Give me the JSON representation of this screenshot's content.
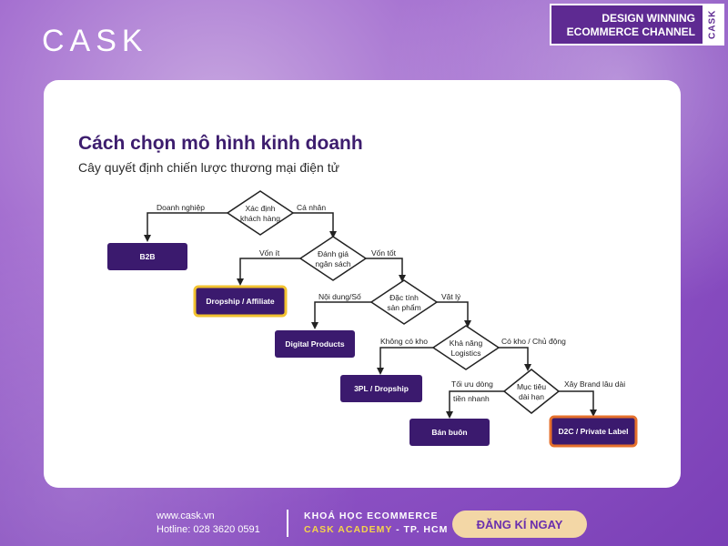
{
  "brand": {
    "logo": "CASK",
    "channel_line1": "DESIGN WINNING",
    "channel_line2": "ECOMMERCE CHANNEL",
    "channel_side": "CASK"
  },
  "slide": {
    "title": "Cách chọn mô hình kinh doanh",
    "subtitle": "Cây quyết định chiến lược thương mại điện tử"
  },
  "diagram": {
    "decisions": {
      "d1": [
        "Xác định",
        "khách hàng"
      ],
      "d2": [
        "Đánh giá",
        "ngân sách"
      ],
      "d3": [
        "Đặc tính",
        "sản phẩm"
      ],
      "d4": [
        "Khả năng",
        "Logistics"
      ],
      "d5": [
        "Mục tiêu",
        "dài hạn"
      ]
    },
    "outcomes": {
      "b2b": "B2B",
      "dropship_affiliate": "Dropship / Affiliate",
      "digital_products": "Digital Products",
      "threepl_dropship": "3PL / Dropship",
      "ban_buon": "Bán buôn",
      "d2c_private_label": "D2C / Private Label"
    },
    "edges": {
      "doanh_nghiep": "Doanh nghiệp",
      "ca_nhan": "Cá nhân",
      "von_it": "Vốn ít",
      "von_tot": "Vốn tốt",
      "noi_dung_so": "Nội dung/Số",
      "vat_ly": "Vật lý",
      "khong_co_kho": "Không có kho",
      "co_kho": "Có kho / Chủ động",
      "toi_uu_dong": [
        "Tối ưu dòng",
        "tiền nhanh"
      ],
      "xay_brand": "Xây Brand lâu dài"
    },
    "colors": {
      "node": "#3b1a6e",
      "highlight_yellow": "#f2c230",
      "highlight_orange": "#e5702c"
    }
  },
  "footer": {
    "website": "www.cask.vn",
    "hotline": "Hotline: 028 3620 0591",
    "course_line1": "KHOÁ HỌC ECOMMERCE",
    "course_accent": "CASK ACADEMY",
    "course_suffix": " - TP. HCM",
    "cta": "ĐĂNG KÍ NGAY"
  }
}
